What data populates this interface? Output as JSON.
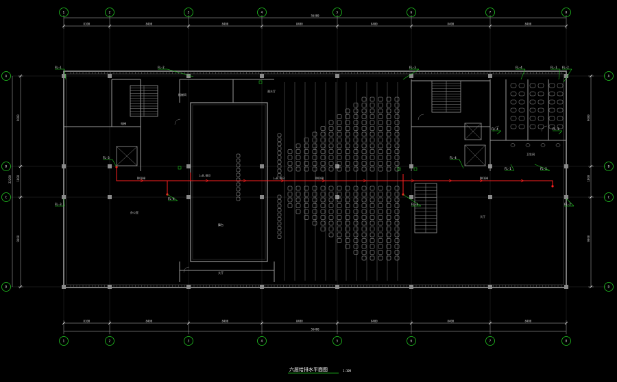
{
  "drawing": {
    "title": "六层给排水平面图",
    "scale": "1:100"
  },
  "colors": {
    "background": "#000000",
    "wall": "#9a9a9a",
    "axis_bubble": "#22cc22",
    "pipe": "#ff2020",
    "tag_line": "#22cc22",
    "dimension": "#bdbdbd"
  },
  "axes": {
    "top": [
      "1",
      "2",
      "3",
      "4",
      "5",
      "6",
      "7",
      "8"
    ],
    "left": [
      "A",
      "B",
      "C",
      "D"
    ]
  },
  "dimensions": {
    "top_total": "56400",
    "top_segments": [
      "8100",
      "8400",
      "8400",
      "8400",
      "8400",
      "8400",
      "8400"
    ],
    "bottom_total": "56400",
    "bottom_segments": [
      "8100",
      "8400",
      "8400",
      "8400",
      "8400",
      "8400",
      "8400"
    ],
    "left_total": "22200",
    "left_segments": [
      "9000",
      "1800",
      "9000"
    ],
    "right_segments": [
      "9000",
      "1800",
      "9000"
    ]
  },
  "pipe_tags": {
    "fl1": "FL-1",
    "fl2": "FL-2",
    "fl3": "FL-3",
    "fl4": "FL-4",
    "pipe_dn": "DN100",
    "slope": "i=0.003"
  },
  "rooms": {
    "hall": "大厅",
    "stage": "舞台",
    "seating": "观众厅",
    "office": "办公室",
    "toilet": "卫生间",
    "stair": "楼梯间",
    "elevator": "电梯"
  }
}
